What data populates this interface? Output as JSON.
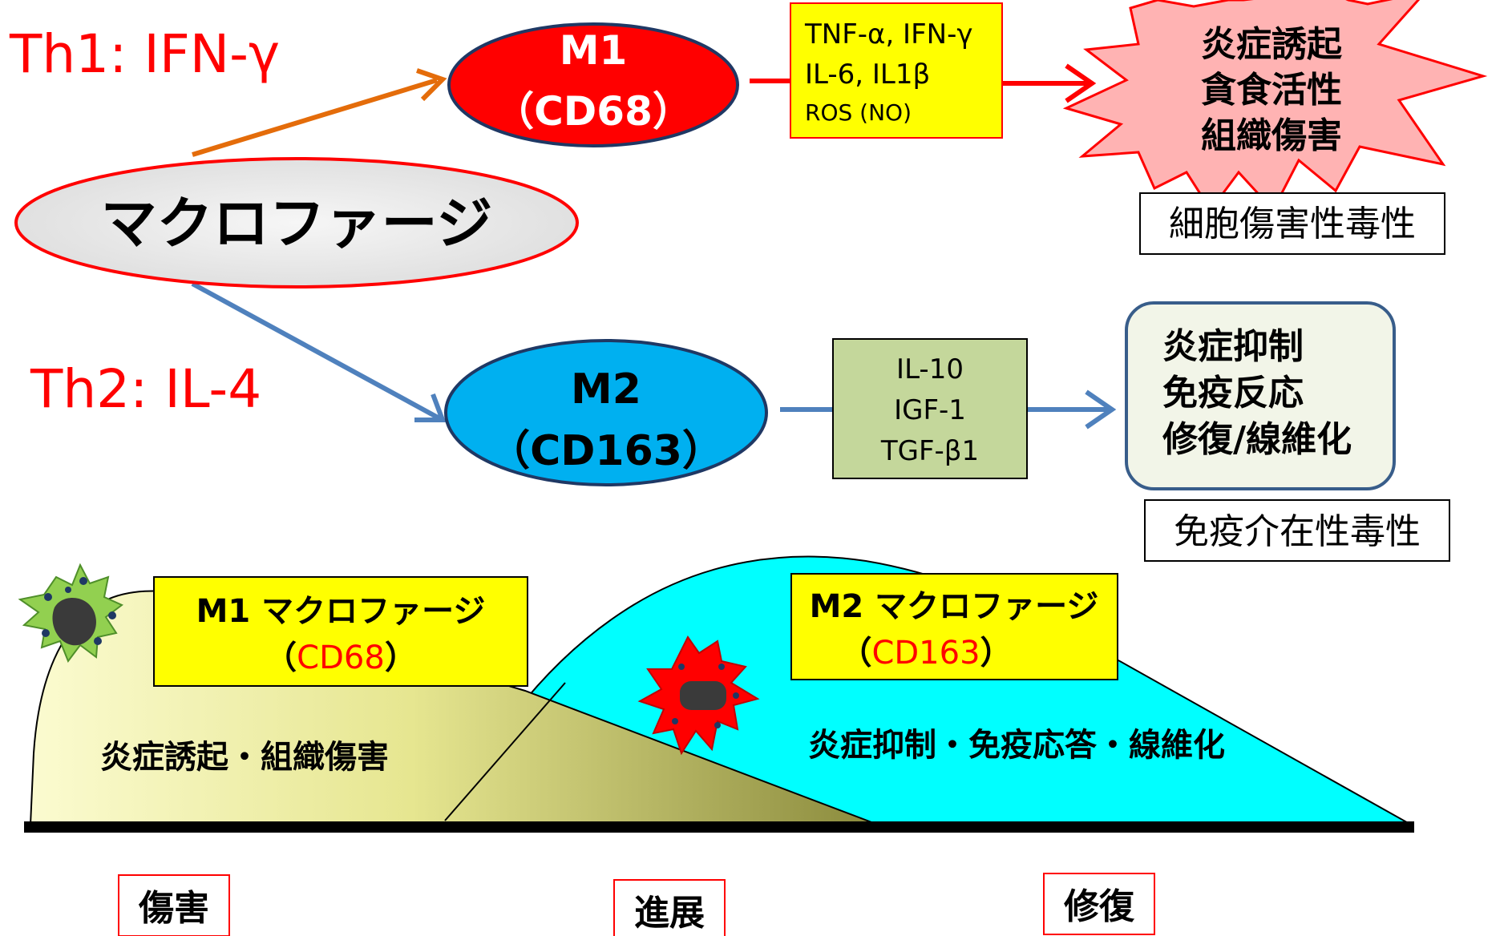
{
  "th1_label": "Th1: IFN-γ",
  "th2_label": "Th2: IL-4",
  "macrophage_label": "マクロファージ",
  "m1": {
    "title": "M1",
    "marker": "（CD68）"
  },
  "m2": {
    "title": "M2",
    "marker": "（CD163）"
  },
  "m1_cytokines": [
    "TNF-α, IFN-γ",
    "IL-6, IL1β",
    "ROS (NO)"
  ],
  "m2_cytokines": [
    "IL-10",
    "IGF-1",
    "TGF-β1"
  ],
  "m1_effects": [
    "炎症誘起",
    "貪食活性",
    "組織傷害"
  ],
  "m2_effects": [
    "炎症抑制",
    "免疫反応",
    "修復/線維化"
  ],
  "m1_toxicity": "細胞傷害性毒性",
  "m2_toxicity": "免疫介在性毒性",
  "timeline": {
    "m1_box": {
      "title": "M1 マクロファージ",
      "paren_open": "（",
      "marker": "CD68",
      "paren_close": "）"
    },
    "m2_box": {
      "title": "M2 マクロファージ",
      "paren_open": "（",
      "marker": "CD163",
      "paren_close": "）"
    },
    "m1_phase_text": "炎症誘起・組織傷害",
    "m2_phase_text": "炎症抑制・免疫応答・線維化",
    "stages": [
      "傷害",
      "進展",
      "修復"
    ]
  },
  "colors": {
    "red": "#ff0000",
    "m1_fill": "#ff0000",
    "m2_fill": "#00b0f0",
    "orange_arrow": "#e46c0a",
    "blue_arrow": "#4f81bd",
    "yellow_box": "#ffff00",
    "green_box": "#c4d79b",
    "star_fill": "#ffb3b3",
    "cyan_area": "#00ffff"
  }
}
